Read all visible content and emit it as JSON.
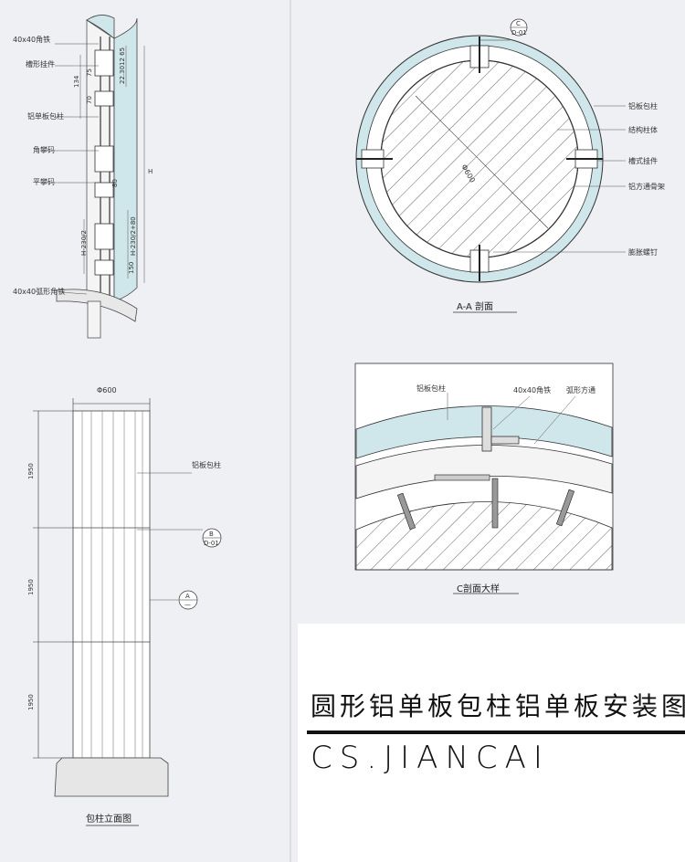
{
  "title": "圆形铝单板包柱铝单板安装图",
  "brand": "CS.JIANCAI",
  "isometric": {
    "labels": {
      "angle_iron": "40x40角铁",
      "slot_hanger": "槽形挂件",
      "panel": "铝单板包柱",
      "angle_code": "角攀码",
      "flat_code": "平攀码",
      "arc_iron": "40x40弧形角铁"
    },
    "dims": {
      "d134": "134",
      "d75": "75",
      "d70": "70",
      "d80": "80",
      "dH": "H",
      "dH2": "H-230/2",
      "dH3": "H-230/2+80",
      "dtop": "22.3012 65",
      "d150": "150"
    }
  },
  "elevation": {
    "diameter": "Φ600",
    "segment": "1950",
    "panel_label": "铝板包柱",
    "callout_b": {
      "top": "B",
      "bottom": "D-01"
    },
    "callout_a": {
      "top": "A",
      "bottom": "—"
    },
    "caption": "包柱立面图"
  },
  "section_aa": {
    "diameter": "Φ600",
    "callout_c": {
      "top": "C",
      "bottom": "D-01"
    },
    "labels": [
      "铝板包柱",
      "结构柱体",
      "槽式挂件",
      "铝方通骨架",
      "膨胀螺钉"
    ],
    "caption": "A-A 剖面"
  },
  "detail_c": {
    "labels": {
      "panel": "铝板包柱",
      "angle": "40x40角铁",
      "tube": "弧形方通"
    },
    "caption": "C剖面大样"
  }
}
